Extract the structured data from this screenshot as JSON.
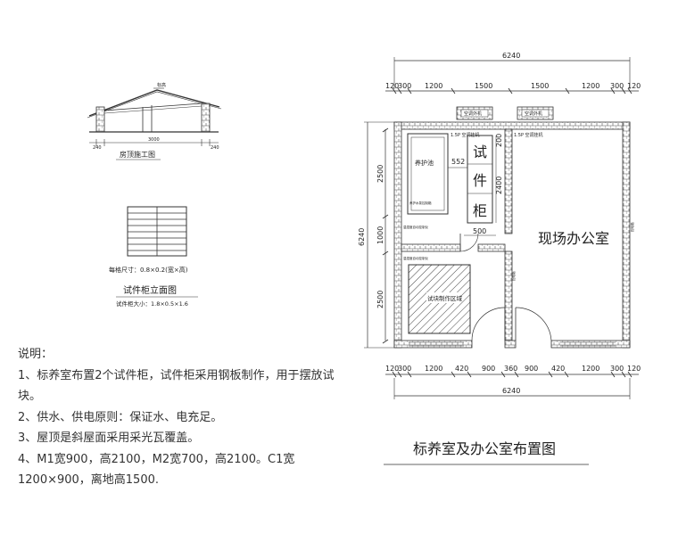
{
  "roof": {
    "caption": "房顶施工图",
    "top_label": "标高",
    "dims": [
      "240",
      "3000",
      "240"
    ]
  },
  "cabinet": {
    "grid_note": "每格尺寸：0.8×0.2(宽×高)",
    "caption": "试件柜立面图",
    "size": "试件柜大小：1.8×0.5×1.6"
  },
  "notes": {
    "title": "说明：",
    "items": [
      "1、标养室布置2个试件柜，试件柜采用钢板制作，用于摆放试块。",
      "2、供水、供电原则：保证水、电充足。",
      "3、屋顶是斜屋面采用采光瓦覆盖。",
      "4、M1宽900，高2100，M2宽700，高2100。C1宽1200×900，离地高1500."
    ]
  },
  "plan": {
    "title": "标养室及办公室布置图",
    "overall_top": "6240",
    "overall_bottom": "6240",
    "overall_left": "6240",
    "top_dims": [
      "120",
      "300",
      "1200",
      "1500",
      "1500",
      "1200",
      "300",
      "120"
    ],
    "bottom_dims": [
      "120",
      "300",
      "1200",
      "420",
      "900",
      "360",
      "900",
      "420",
      "1200",
      "300",
      "120"
    ],
    "left_dims": [
      "2500",
      "1000",
      "2500"
    ],
    "inner_dims": [
      "552",
      "2400",
      "500",
      "200"
    ],
    "ac_left": "空调外机",
    "ac_right": "空调外机",
    "ac_label_left": "1.5P 空调挂机",
    "ac_label_right": "1.5P 空调挂机",
    "curing_tank": "养护池",
    "cabinet_chars": [
      "试",
      "件",
      "柜"
    ],
    "office": "现场办公室",
    "sample_area": "试块制作区域",
    "tiny_labels": [
      "养护水泵控制箱",
      "温湿度自动控制仪",
      "温湿度自动控制仪",
      "配电箱"
    ]
  }
}
